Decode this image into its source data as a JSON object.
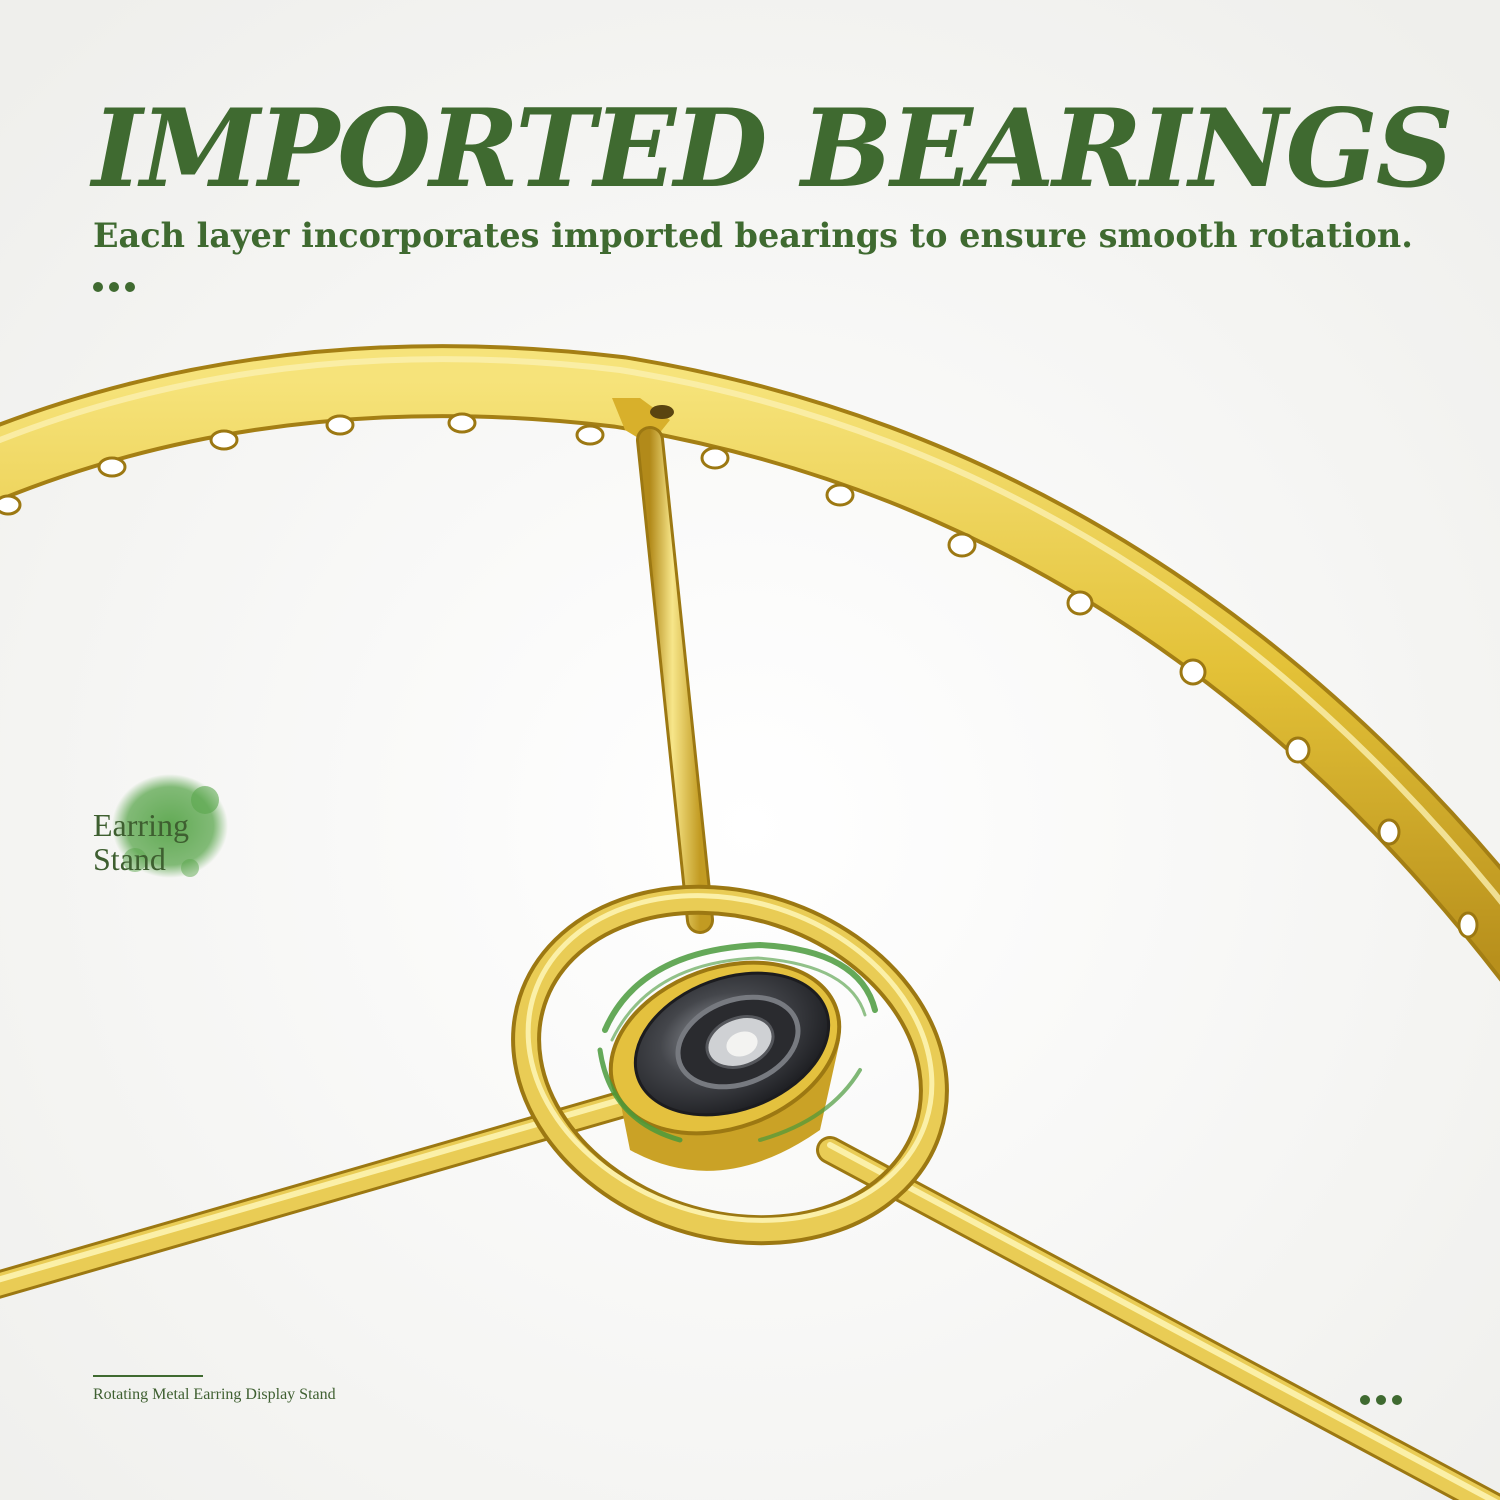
{
  "headline": "IMPORTED BEARINGS",
  "subheadline": "Each layer incorporates imported bearings to ensure smooth rotation.",
  "badge": {
    "line1": "Earring",
    "line2": "Stand"
  },
  "caption": "Rotating Metal Earring Display Stand",
  "colors": {
    "accent_green": "#3f6a30",
    "highlight_green": "#4a9a3c",
    "gold": "#e2be34",
    "bearing_dark": "#3c3e42",
    "background": "#f7f7f5"
  }
}
